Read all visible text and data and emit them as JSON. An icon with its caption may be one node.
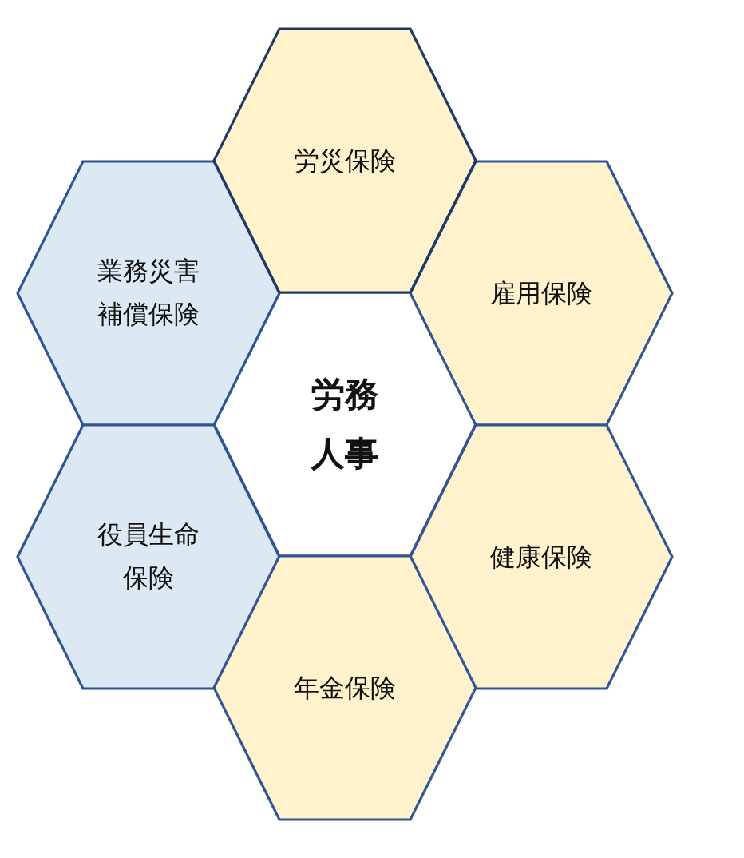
{
  "diagram": {
    "nodes": [
      {
        "text": [
          "労災保険"
        ]
      },
      {
        "text": [
          "業務災害補償保険"
        ]
      },
      {
        "text": [
          "雇用保険"
        ]
      },
      {
        "text": [
          "労務人事"
        ]
      },
      {
        "text": [
          "役員生命保険"
        ]
      },
      {
        "text": [
          "健康保険"
        ]
      },
      {
        "text": [
          "年金保険"
        ]
      }
    ]
  }
}
